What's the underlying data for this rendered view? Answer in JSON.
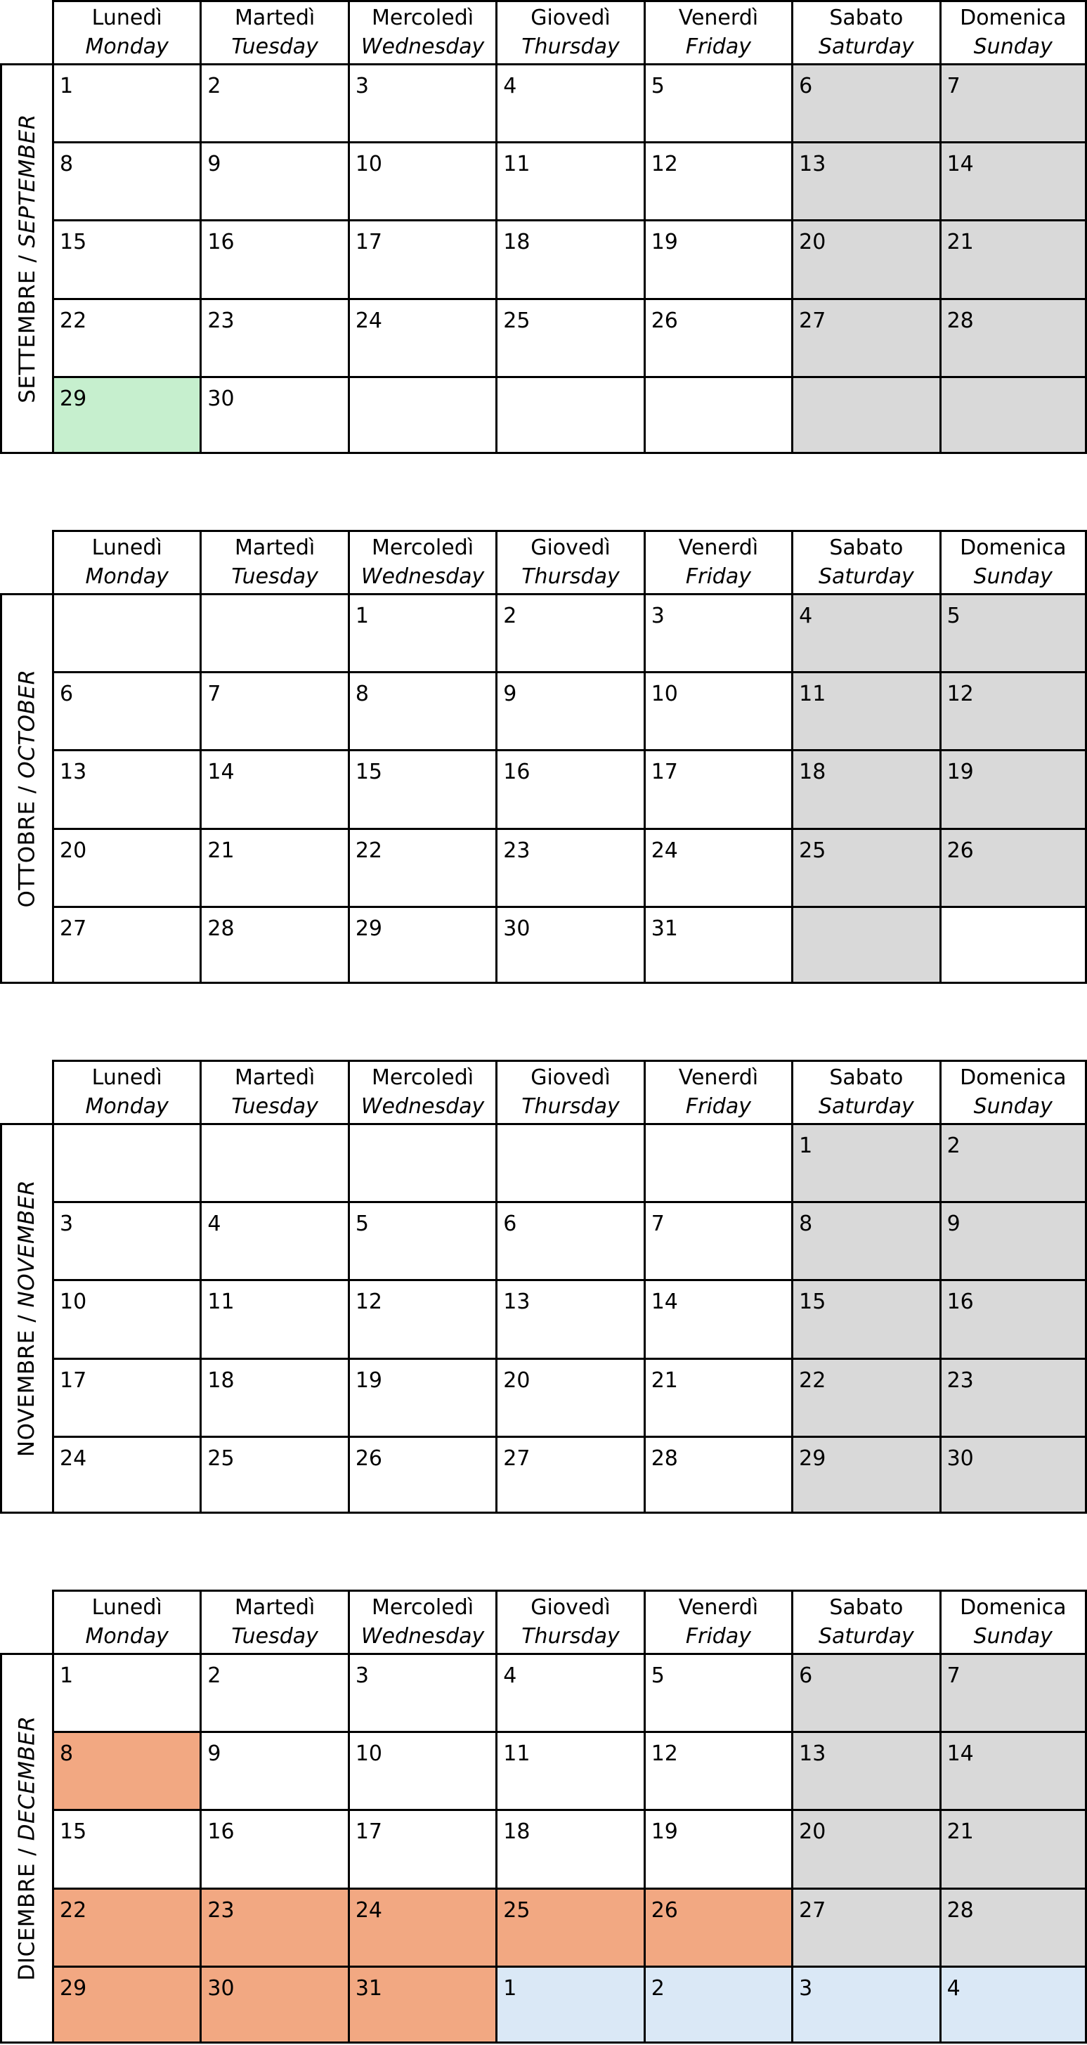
{
  "weekdays": [
    {
      "it": "Lunedì",
      "en": "Monday"
    },
    {
      "it": "Martedì",
      "en": "Tuesday"
    },
    {
      "it": "Mercoledì",
      "en": "Wednesday"
    },
    {
      "it": "Giovedì",
      "en": "Thursday"
    },
    {
      "it": "Venerdì",
      "en": "Friday"
    },
    {
      "it": "Sabato",
      "en": "Saturday"
    },
    {
      "it": "Domenica",
      "en": "Sunday"
    }
  ],
  "colors": {
    "weekend": "#d9d9d9",
    "green": "#c6efce",
    "orange": "#f2a882",
    "blue": "#dae8f6",
    "none": "#ffffff"
  },
  "months": [
    {
      "it": "SETTEMBRE",
      "en": "SEPTEMBER",
      "separator": " / ",
      "weeks": [
        [
          {
            "d": "1"
          },
          {
            "d": "2"
          },
          {
            "d": "3"
          },
          {
            "d": "4"
          },
          {
            "d": "5"
          },
          {
            "d": "6",
            "bg": "weekend"
          },
          {
            "d": "7",
            "bg": "weekend"
          }
        ],
        [
          {
            "d": "8"
          },
          {
            "d": "9"
          },
          {
            "d": "10"
          },
          {
            "d": "11"
          },
          {
            "d": "12"
          },
          {
            "d": "13",
            "bg": "weekend"
          },
          {
            "d": "14",
            "bg": "weekend"
          }
        ],
        [
          {
            "d": "15"
          },
          {
            "d": "16"
          },
          {
            "d": "17"
          },
          {
            "d": "18"
          },
          {
            "d": "19"
          },
          {
            "d": "20",
            "bg": "weekend"
          },
          {
            "d": "21",
            "bg": "weekend"
          }
        ],
        [
          {
            "d": "22"
          },
          {
            "d": "23"
          },
          {
            "d": "24"
          },
          {
            "d": "25"
          },
          {
            "d": "26"
          },
          {
            "d": "27",
            "bg": "weekend"
          },
          {
            "d": "28",
            "bg": "weekend"
          }
        ],
        [
          {
            "d": "29",
            "bg": "green"
          },
          {
            "d": "30"
          },
          {
            "d": ""
          },
          {
            "d": ""
          },
          {
            "d": ""
          },
          {
            "d": "",
            "bg": "weekend"
          },
          {
            "d": "",
            "bg": "weekend"
          }
        ]
      ]
    },
    {
      "it": "OTTOBRE",
      "en": "OCTOBER",
      "separator": " / ",
      "weeks": [
        [
          {
            "d": ""
          },
          {
            "d": ""
          },
          {
            "d": "1"
          },
          {
            "d": "2"
          },
          {
            "d": "3"
          },
          {
            "d": "4",
            "bg": "weekend"
          },
          {
            "d": "5",
            "bg": "weekend"
          }
        ],
        [
          {
            "d": "6"
          },
          {
            "d": "7"
          },
          {
            "d": "8"
          },
          {
            "d": "9"
          },
          {
            "d": "10"
          },
          {
            "d": "11",
            "bg": "weekend"
          },
          {
            "d": "12",
            "bg": "weekend"
          }
        ],
        [
          {
            "d": "13"
          },
          {
            "d": "14"
          },
          {
            "d": "15"
          },
          {
            "d": "16"
          },
          {
            "d": "17"
          },
          {
            "d": "18",
            "bg": "weekend"
          },
          {
            "d": "19",
            "bg": "weekend"
          }
        ],
        [
          {
            "d": "20"
          },
          {
            "d": "21"
          },
          {
            "d": "22"
          },
          {
            "d": "23"
          },
          {
            "d": "24"
          },
          {
            "d": "25",
            "bg": "weekend"
          },
          {
            "d": "26",
            "bg": "weekend"
          }
        ],
        [
          {
            "d": "27"
          },
          {
            "d": "28"
          },
          {
            "d": "29"
          },
          {
            "d": "30"
          },
          {
            "d": "31"
          },
          {
            "d": "",
            "bg": "weekend"
          },
          {
            "d": ""
          }
        ]
      ]
    },
    {
      "it": "NOVEMBRE",
      "en": "NOVEMBER",
      "separator": " / ",
      "weeks": [
        [
          {
            "d": ""
          },
          {
            "d": ""
          },
          {
            "d": ""
          },
          {
            "d": ""
          },
          {
            "d": ""
          },
          {
            "d": "1",
            "bg": "weekend"
          },
          {
            "d": "2",
            "bg": "weekend"
          }
        ],
        [
          {
            "d": "3"
          },
          {
            "d": "4"
          },
          {
            "d": "5"
          },
          {
            "d": "6"
          },
          {
            "d": "7"
          },
          {
            "d": "8",
            "bg": "weekend"
          },
          {
            "d": "9",
            "bg": "weekend"
          }
        ],
        [
          {
            "d": "10"
          },
          {
            "d": "11"
          },
          {
            "d": "12"
          },
          {
            "d": "13"
          },
          {
            "d": "14"
          },
          {
            "d": "15",
            "bg": "weekend"
          },
          {
            "d": "16",
            "bg": "weekend"
          }
        ],
        [
          {
            "d": "17"
          },
          {
            "d": "18"
          },
          {
            "d": "19"
          },
          {
            "d": "20"
          },
          {
            "d": "21"
          },
          {
            "d": "22",
            "bg": "weekend"
          },
          {
            "d": "23",
            "bg": "weekend"
          }
        ],
        [
          {
            "d": "24"
          },
          {
            "d": "25"
          },
          {
            "d": "26"
          },
          {
            "d": "27"
          },
          {
            "d": "28"
          },
          {
            "d": "29",
            "bg": "weekend"
          },
          {
            "d": "30",
            "bg": "weekend"
          }
        ]
      ]
    },
    {
      "it": "DICEMBRE",
      "en": "DECEMBER",
      "separator": " / ",
      "weeks": [
        [
          {
            "d": "1"
          },
          {
            "d": "2"
          },
          {
            "d": "3"
          },
          {
            "d": "4"
          },
          {
            "d": "5"
          },
          {
            "d": "6",
            "bg": "weekend"
          },
          {
            "d": "7",
            "bg": "weekend"
          }
        ],
        [
          {
            "d": "8",
            "bg": "orange"
          },
          {
            "d": "9"
          },
          {
            "d": "10"
          },
          {
            "d": "11"
          },
          {
            "d": "12"
          },
          {
            "d": "13",
            "bg": "weekend"
          },
          {
            "d": "14",
            "bg": "weekend"
          }
        ],
        [
          {
            "d": "15"
          },
          {
            "d": "16"
          },
          {
            "d": "17"
          },
          {
            "d": "18"
          },
          {
            "d": "19"
          },
          {
            "d": "20",
            "bg": "weekend"
          },
          {
            "d": "21",
            "bg": "weekend"
          }
        ],
        [
          {
            "d": "22",
            "bg": "orange"
          },
          {
            "d": "23",
            "bg": "orange"
          },
          {
            "d": "24",
            "bg": "orange"
          },
          {
            "d": "25",
            "bg": "orange"
          },
          {
            "d": "26",
            "bg": "orange"
          },
          {
            "d": "27",
            "bg": "weekend"
          },
          {
            "d": "28",
            "bg": "weekend"
          }
        ],
        [
          {
            "d": "29",
            "bg": "orange"
          },
          {
            "d": "30",
            "bg": "orange"
          },
          {
            "d": "31",
            "bg": "orange"
          },
          {
            "d": "1",
            "bg": "blue"
          },
          {
            "d": "2",
            "bg": "blue"
          },
          {
            "d": "3",
            "bg": "blue"
          },
          {
            "d": "4",
            "bg": "blue"
          }
        ]
      ]
    }
  ]
}
